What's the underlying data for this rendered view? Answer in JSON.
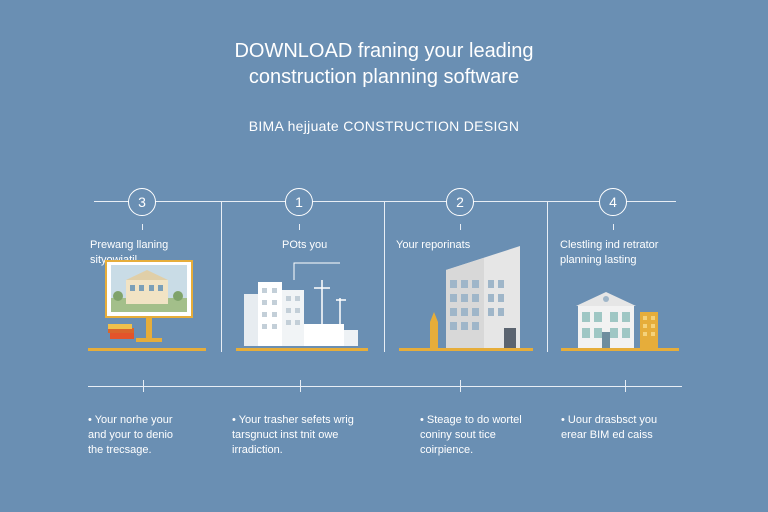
{
  "header": {
    "title_line1": "DOWNLOAD franing your leading",
    "title_line2": "construction planning software",
    "subtitle": "BIMA hejjuate CONSTRUCTION DESIGN"
  },
  "steps": [
    {
      "number": "3",
      "label_line1": "Prewang llaning",
      "label_line2": "sityowiatil"
    },
    {
      "number": "1",
      "label_line1": "POts you",
      "label_line2": ""
    },
    {
      "number": "2",
      "label_line1": "Your reporinats",
      "label_line2": ""
    },
    {
      "number": "4",
      "label_line1": "Clestling ind retrator",
      "label_line2": "planning lasting"
    }
  ],
  "descriptions": [
    {
      "lines": [
        "• Your norhe your",
        "and your to denio",
        "the trecsage."
      ]
    },
    {
      "lines": [
        "• Your trasher sefets wrig",
        "tarsgnuct inst tnit owe",
        "irradiction."
      ]
    },
    {
      "lines": [
        "• Steage to do wortel",
        "coniny sout tice",
        "coirpience."
      ]
    },
    {
      "lines": [
        "• Uour drasbsct you",
        "erear BIM ed caiss"
      ]
    }
  ],
  "colors": {
    "background": "#6a8fb3",
    "line": "#e8eef5",
    "accent": "#e6ad3a"
  }
}
